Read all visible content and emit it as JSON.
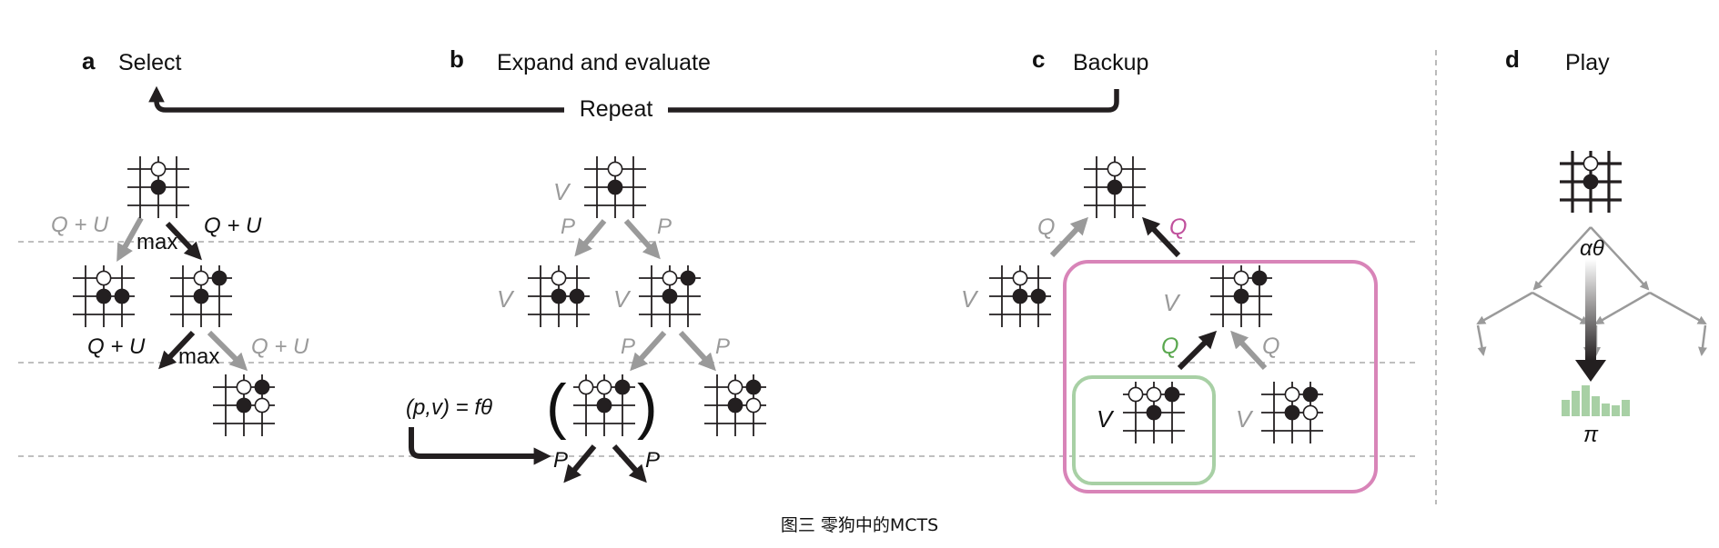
{
  "panels": {
    "a": {
      "letter": "a",
      "title": "Select"
    },
    "b": {
      "letter": "b",
      "title": "Expand and evaluate"
    },
    "c": {
      "letter": "c",
      "title": "Backup"
    },
    "d": {
      "letter": "d",
      "title": "Play"
    }
  },
  "repeat_label": "Repeat",
  "select": {
    "q_plus_u": "Q + U",
    "max": "max"
  },
  "expand": {
    "v": "V",
    "p": "P",
    "network_eval": "(p,v) = fθ"
  },
  "backup": {
    "q": "Q",
    "v": "V"
  },
  "play": {
    "alpha": "αθ",
    "pi": "π"
  },
  "colors": {
    "black": "#231f20",
    "gray": "#9a9a9a",
    "pink": "#d884b8",
    "green": "#a8d0a5",
    "q_pink": "#c0509c",
    "q_green": "#5aa84f"
  },
  "caption": "图三 零狗中的MCTS"
}
